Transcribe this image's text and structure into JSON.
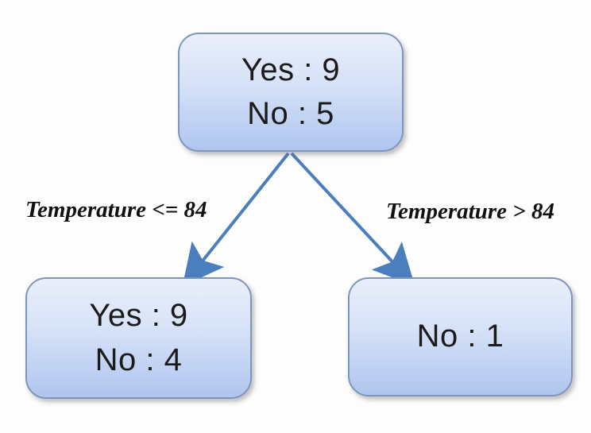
{
  "diagram": {
    "type": "decision-tree",
    "background_color": "#fdfdfd",
    "node_style": {
      "fill_top": "#e9effb",
      "fill_bottom": "#b0c5ef",
      "border_color": "#7e96bc",
      "text_color": "#1b1b1b"
    },
    "arrow_color": "#4a7ebc",
    "label_color": "#111111",
    "nodes": {
      "root": {
        "line1": "Yes : 9",
        "line2": "No : 5"
      },
      "left": {
        "line1": "Yes : 9",
        "line2": "No : 4"
      },
      "right": {
        "line1": "No : 1"
      }
    },
    "edges": {
      "left": {
        "label": "Temperature <= 84"
      },
      "right": {
        "label": "Temperature > 84"
      }
    }
  }
}
